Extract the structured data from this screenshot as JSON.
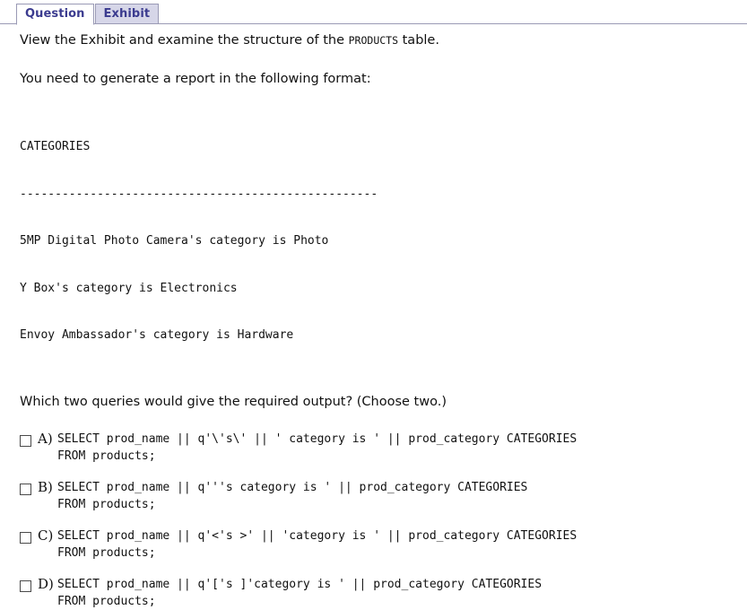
{
  "tabs": [
    {
      "label": "Question",
      "state": "active"
    },
    {
      "label": "Exhibit",
      "state": "inactive"
    }
  ],
  "intro": {
    "line1_before": "View the Exhibit and examine the structure of the ",
    "line1_code": "PRODUCTS",
    "line1_after": " table.",
    "line2": "You need to generate a report in the following format:"
  },
  "report_block": {
    "header": "CATEGORIES",
    "divider": "---------------------------------------------------",
    "rows": [
      "5MP Digital Photo Camera's category is Photo",
      "Y Box's category is Electronics",
      "Envoy Ambassador's category is Hardware"
    ]
  },
  "prompt": "Which two queries would give the required output? (Choose two.)",
  "options": [
    {
      "letter": "A)",
      "line1": "SELECT prod_name || q'\\'s\\' || ' category is ' || prod_category CATEGORIES",
      "line2": "FROM products;"
    },
    {
      "letter": "B)",
      "line1": "SELECT prod_name || q'''s category is ' || prod_category CATEGORIES",
      "line2": "FROM products;"
    },
    {
      "letter": "C)",
      "line1": "SELECT prod_name || q'<'s >' || 'category is ' || prod_category CATEGORIES",
      "line2": "FROM products;"
    },
    {
      "letter": "D)",
      "line1": "SELECT prod_name || q'['s ]'category is ' || prod_category CATEGORIES",
      "line2": "FROM products;"
    }
  ],
  "colors": {
    "tab_text": "#3b3b8f",
    "tab_inactive_bg": "#d6d6e8",
    "tab_border": "#9a9ab5",
    "body_text": "#111111"
  }
}
